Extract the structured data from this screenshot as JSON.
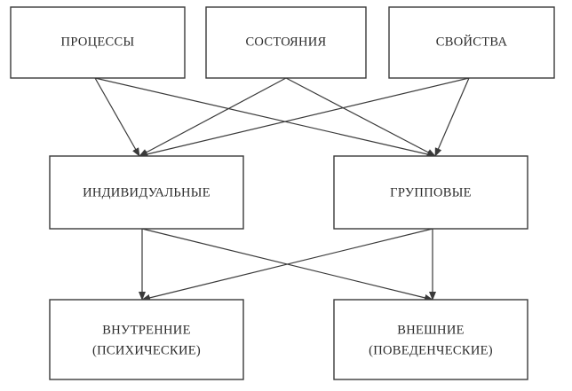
{
  "diagram": {
    "nodes": {
      "processes": {
        "label": "ПРОЦЕССЫ"
      },
      "states": {
        "label": "СОСТОЯНИЯ"
      },
      "properties": {
        "label": "СВОЙСТВА"
      },
      "individual": {
        "label": "ИНДИВИДУАЛЬНЫЕ"
      },
      "group": {
        "label": "ГРУППОВЫЕ"
      },
      "internal": {
        "line1": "ВНУТРЕННИЕ",
        "line2": "(ПСИХИЧЕСКИЕ)"
      },
      "external": {
        "line1": "ВНЕШНИЕ",
        "line2": "(ПОВЕДЕНЧЕСКИЕ)"
      }
    },
    "edges": [
      {
        "from": "processes",
        "to": "individual"
      },
      {
        "from": "processes",
        "to": "group"
      },
      {
        "from": "states",
        "to": "individual"
      },
      {
        "from": "states",
        "to": "group"
      },
      {
        "from": "properties",
        "to": "individual"
      },
      {
        "from": "properties",
        "to": "group"
      },
      {
        "from": "individual",
        "to": "internal"
      },
      {
        "from": "individual",
        "to": "external"
      },
      {
        "from": "group",
        "to": "internal"
      },
      {
        "from": "group",
        "to": "external"
      }
    ]
  }
}
